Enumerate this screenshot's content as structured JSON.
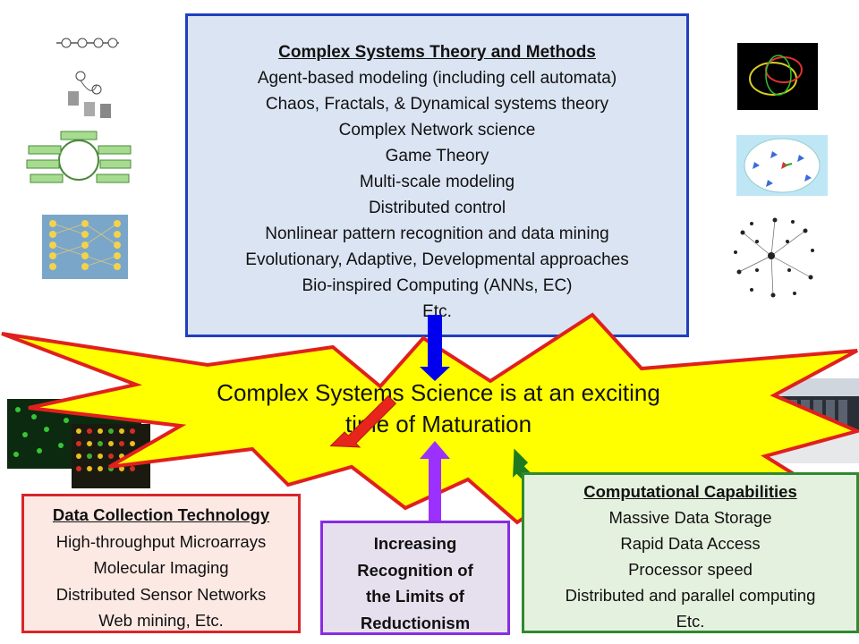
{
  "theory": {
    "title": "Complex Systems Theory and Methods",
    "items": [
      "Agent-based modeling (including cell automata)",
      "Chaos, Fractals, & Dynamical systems theory",
      "Complex Network science",
      "Game Theory",
      "Multi-scale modeling",
      "Distributed control",
      "Nonlinear pattern recognition and data mining",
      "Evolutionary, Adaptive, Developmental approaches",
      "Bio-inspired Computing (ANNs, EC)",
      "Etc."
    ]
  },
  "center": {
    "line1": "Complex Systems Science is at an exciting",
    "line2": "time of Maturation"
  },
  "data_collection": {
    "title": "Data Collection Technology",
    "items": [
      "High-throughput Microarrays",
      "Molecular Imaging",
      "Distributed Sensor Networks",
      "Web mining, Etc."
    ]
  },
  "reductionism": {
    "lines": [
      "Increasing",
      "Recognition of",
      "the Limits of",
      "Reductionism"
    ]
  },
  "computational": {
    "title": "Computational Capabilities",
    "items": [
      "Massive Data Storage",
      "Rapid Data Access",
      "Processor speed",
      "Distributed and parallel computing",
      "Etc."
    ]
  },
  "colors": {
    "star_fill": "#ffff00",
    "star_stroke": "#e0201e",
    "arrow_blue": "#0000ee",
    "arrow_red": "#e8251c",
    "arrow_purple": "#9b30ff",
    "arrow_green": "#1f7a1f"
  }
}
